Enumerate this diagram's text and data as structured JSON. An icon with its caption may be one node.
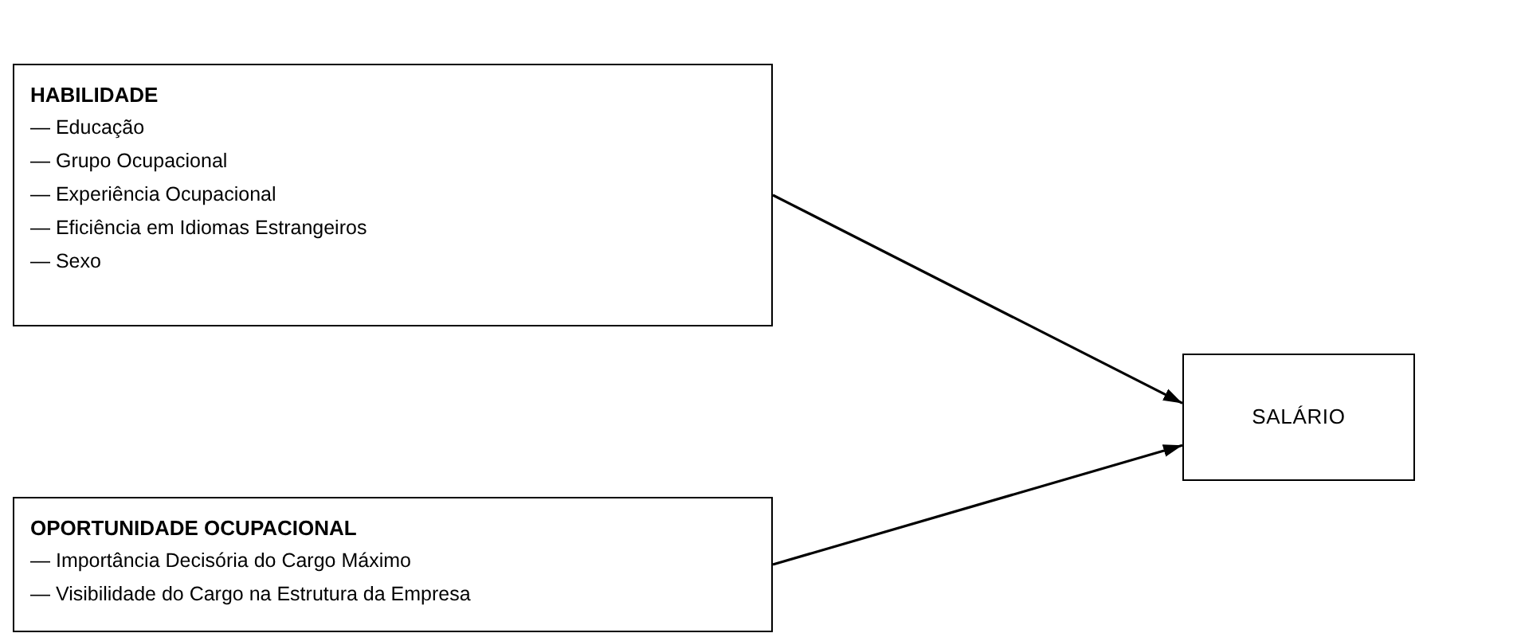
{
  "diagram": {
    "nodes": [
      {
        "text": [
          "HABILIDADE",
          "— Educação",
          "— Grupo Ocupacional",
          "— Experiência Ocupacional",
          "— Eficiência em Idiomas Estrangeiros",
          "— Sexo"
        ]
      },
      {
        "text": [
          "SALÁRIO"
        ]
      },
      {
        "text": [
          "OPORTUNIDADE OCUPACIONAL",
          "— Importância Decisória do Cargo Máximo",
          "— Visibilidade do Cargo na Estrutura da Empresa"
        ]
      }
    ],
    "edges": [
      {
        "from": 0,
        "to": 1,
        "arrow": "to"
      },
      {
        "from": 2,
        "to": 1,
        "arrow": "to"
      }
    ]
  }
}
